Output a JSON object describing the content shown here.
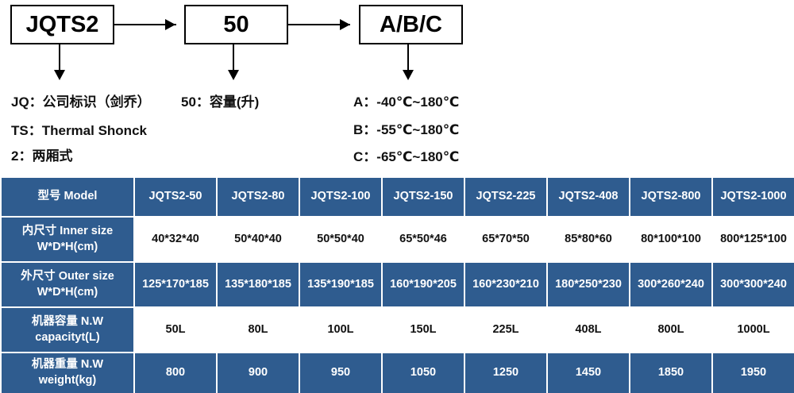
{
  "diagram": {
    "boxes": [
      {
        "name": "model-prefix",
        "label": "JQTS2"
      },
      {
        "name": "capacity",
        "label": "50"
      },
      {
        "name": "temp-range-code",
        "label": "A/B/C"
      }
    ],
    "legend_left": [
      "JQ：公司标识（剑乔）",
      "TS：Thermal Shonck",
      "2：两厢式"
    ],
    "legend_mid": [
      "50：容量(升)"
    ],
    "legend_right": [
      "A：-40℃~180℃",
      "B：-55℃~180℃",
      "C：-65℃~180℃"
    ]
  },
  "table": {
    "header": {
      "label": "型号 Model",
      "models": [
        "JQTS2-50",
        "JQTS2-80",
        "JQTS2-100",
        "JQTS2-150",
        "JQTS2-225",
        "JQTS2-408",
        "JQTS2-800",
        "JQTS2-1000"
      ]
    },
    "rows": [
      {
        "name": "inner-size",
        "label_line1": "内尺寸 Inner size",
        "label_line2": "W*D*H(cm)",
        "style": "white",
        "values": [
          "40*32*40",
          "50*40*40",
          "50*50*40",
          "65*50*46",
          "65*70*50",
          "85*80*60",
          "80*100*100",
          "800*125*100"
        ]
      },
      {
        "name": "outer-size",
        "label_line1": "外尺寸 Outer size",
        "label_line2": "W*D*H(cm)",
        "style": "blue",
        "values": [
          "125*170*185",
          "135*180*185",
          "135*190*185",
          "160*190*205",
          "160*230*210",
          "180*250*230",
          "300*260*240",
          "300*300*240"
        ]
      },
      {
        "name": "machine-capacity",
        "label_line1": "机器容量 N.W",
        "label_line2": "capacityt(L)",
        "style": "white",
        "values": [
          "50L",
          "80L",
          "100L",
          "150L",
          "225L",
          "408L",
          "800L",
          "1000L"
        ]
      },
      {
        "name": "machine-weight",
        "label_line1": "机器重量 N.W",
        "label_line2": "weight(kg)",
        "style": "blue",
        "values": [
          "800",
          "900",
          "950",
          "1050",
          "1250",
          "1450",
          "1850",
          "1950"
        ]
      }
    ]
  },
  "colors": {
    "table_blue": "#2F5C8F",
    "text_on_blue": "#FFFFFF",
    "text_dark": "#111111",
    "diagram_stroke": "#000000"
  }
}
